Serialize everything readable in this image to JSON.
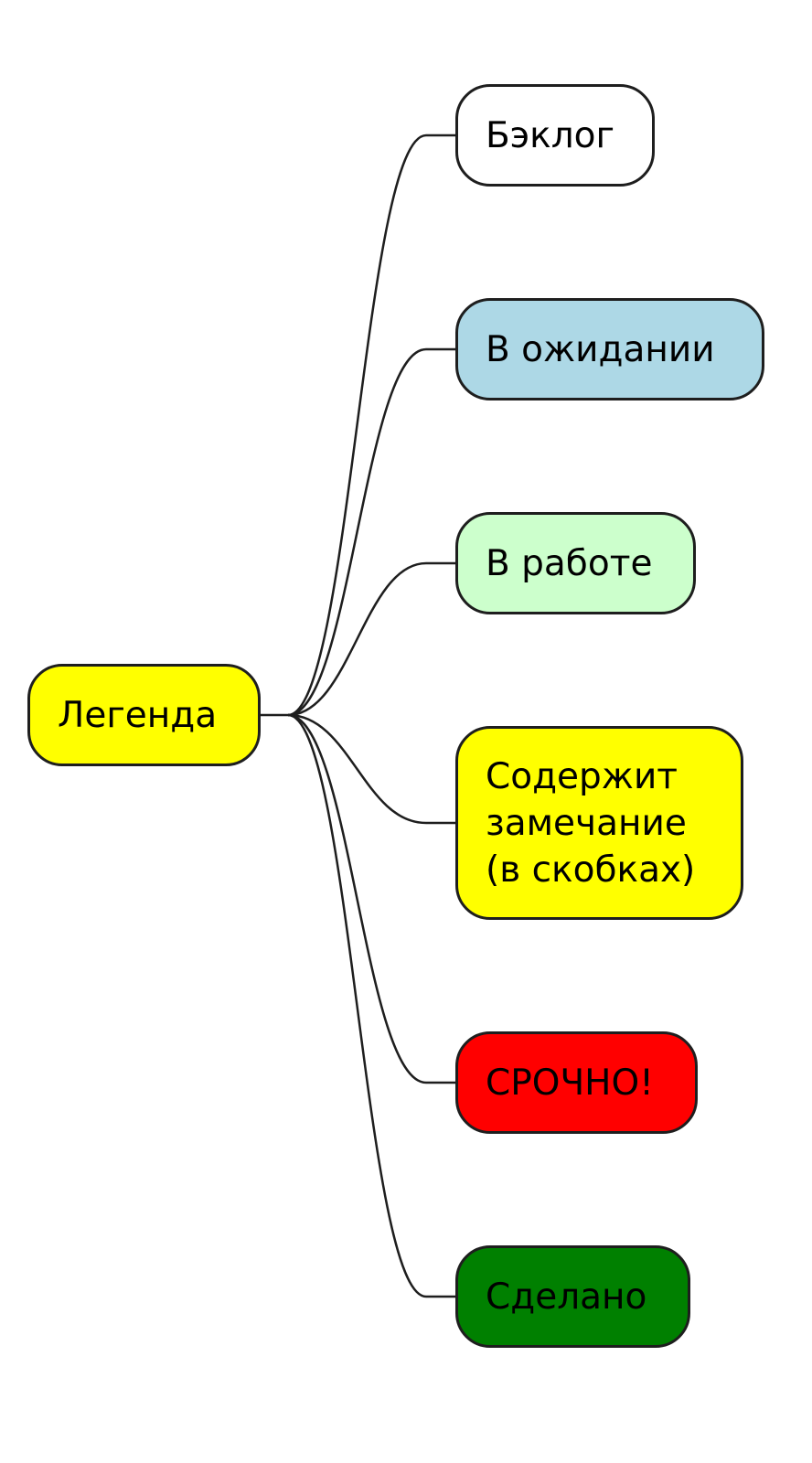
{
  "root": {
    "label": "Легенда",
    "color": "#ffff00"
  },
  "children": [
    {
      "label": "Бэклог",
      "color": "#ffffff"
    },
    {
      "label": "В ожидании",
      "color": "#add8e6"
    },
    {
      "label": "В работе",
      "color": "#ccffcc"
    },
    {
      "label": "Содержит\nзамечание\n(в скобках)",
      "color": "#ffff00"
    },
    {
      "label": "СРОЧНО!",
      "color": "#ff0000"
    },
    {
      "label": "Сделано",
      "color": "#008000"
    }
  ]
}
